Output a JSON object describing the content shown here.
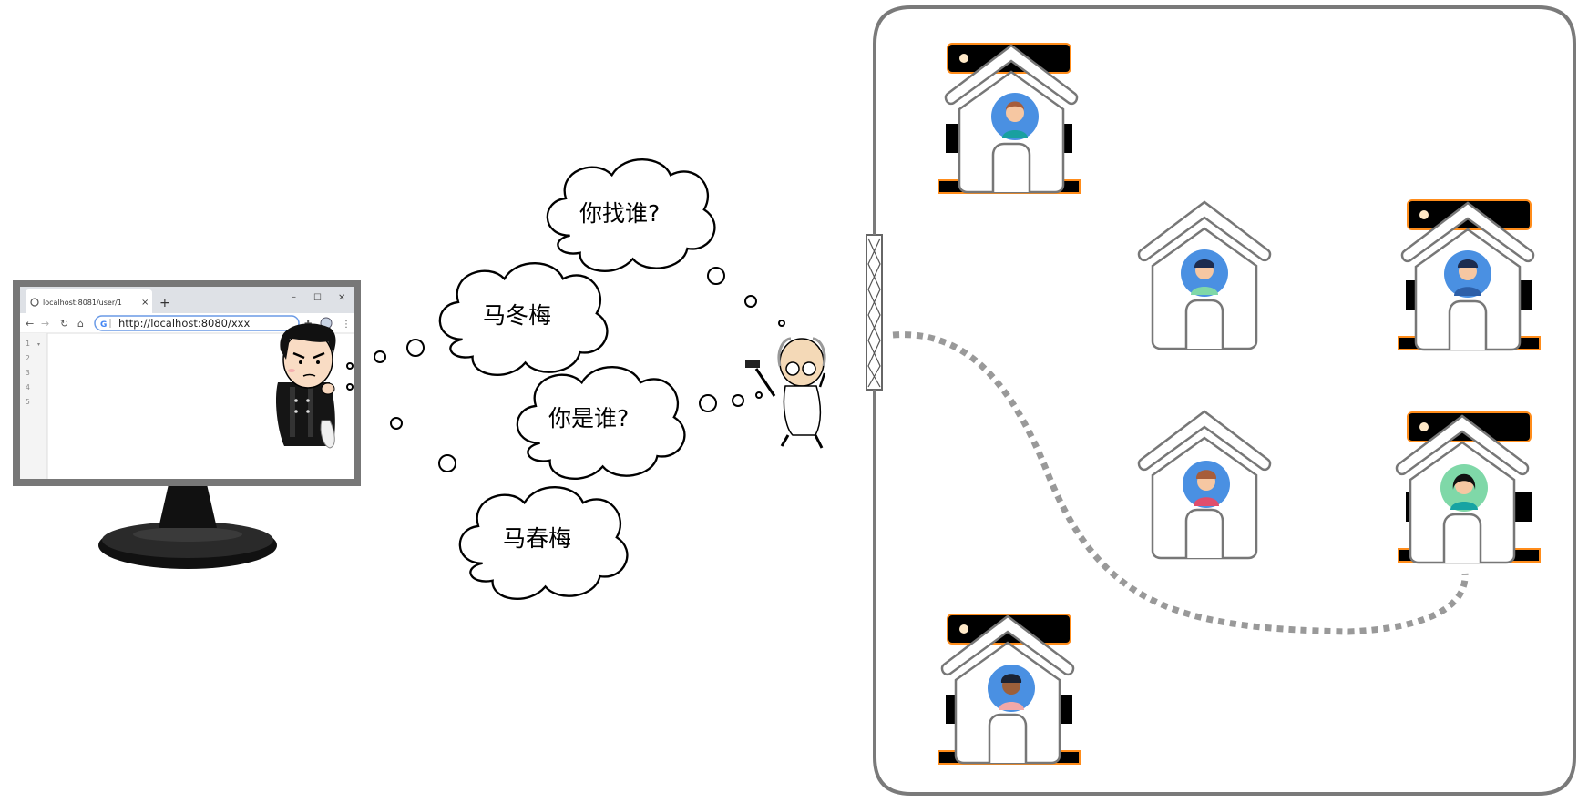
{
  "browser": {
    "tab_title": "localhost:8081/user/1",
    "new_tab": "+",
    "address_bar_text": "http://localhost:8080/xxx",
    "line_numbers": [
      "1",
      "2",
      "3",
      "4",
      "5"
    ],
    "window_controls": [
      "–",
      "☐",
      "✕"
    ]
  },
  "clouds": [
    {
      "text": "你找谁?"
    },
    {
      "text": "马冬梅"
    },
    {
      "text": "你是谁?"
    },
    {
      "text": "马春梅"
    }
  ],
  "colors": {
    "frame": "#7a7a7a",
    "house_outline": "#777777",
    "server_border": "#ff8c1a",
    "avatar_blue": "#4a90e2",
    "avatar_green": "#7fd8a8",
    "dotted_path": "#999999"
  },
  "houses": [
    {
      "icon": "house-icon",
      "server": true,
      "avatar": "woman-teal-avatar"
    },
    {
      "icon": "house-icon",
      "server": false,
      "avatar": "man-dark-hair-avatar"
    },
    {
      "icon": "house-icon",
      "server": true,
      "avatar": "man-blue-shirt-avatar"
    },
    {
      "icon": "house-icon",
      "server": false,
      "avatar": "woman-pink-avatar"
    },
    {
      "icon": "house-icon",
      "server": true,
      "avatar": "woman-black-hair-avatar"
    },
    {
      "icon": "house-icon",
      "server": true,
      "avatar": "man-curly-hair-avatar"
    }
  ]
}
